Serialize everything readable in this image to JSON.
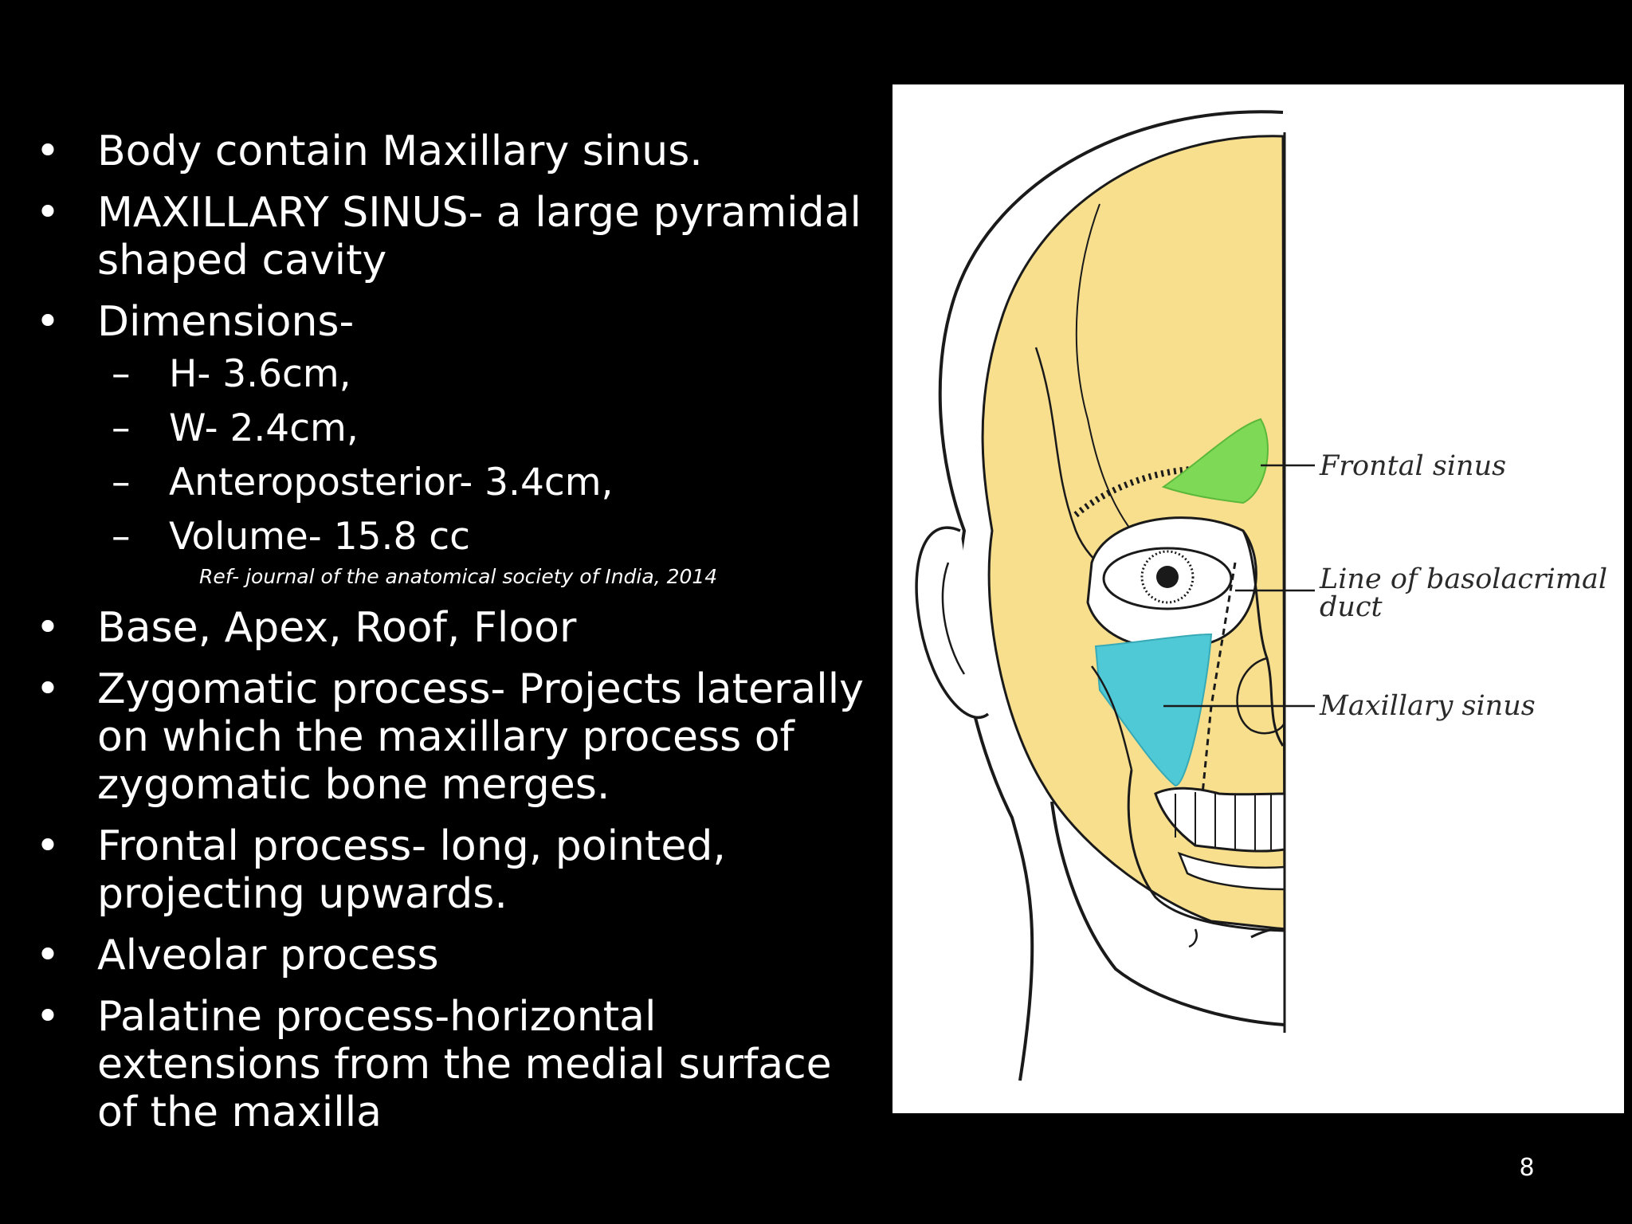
{
  "slide": {
    "bullets": [
      "Body contain Maxillary sinus.",
      "MAXILLARY SINUS- a large pyramidal shaped cavity",
      "Dimensions-",
      "Base, Apex, Roof, Floor",
      "Zygomatic process- Projects laterally on which the maxillary process of zygomatic bone merges.",
      "Frontal process- long, pointed, projecting upwards.",
      "Alveolar process",
      "Palatine process-horizontal extensions from the medial surface of the maxilla"
    ],
    "bullet_marker": "•",
    "dash_marker": "–",
    "dimensions": [
      "H- 3.6cm,",
      "W- 2.4cm,",
      "Anteroposterior- 3.4cm,",
      "Volume- 15.8 cc"
    ],
    "reference": "Ref- journal of the anatomical society of India, 2014",
    "page_number": "8"
  },
  "figure": {
    "labels": {
      "frontal_sinus": "Frontal sinus",
      "nasolacrimal_line1": "Line of basolacrimal",
      "nasolacrimal_line2": "duct",
      "maxillary_sinus": "Maxillary sinus"
    },
    "colors": {
      "bone": "#f7df8e",
      "frontal_sinus": "#7ed957",
      "maxillary_sinus": "#4fc9d6",
      "line": "#1a1a1a",
      "figure_background": "#ffffff",
      "slide_background": "#000000",
      "text": "#ffffff"
    }
  }
}
